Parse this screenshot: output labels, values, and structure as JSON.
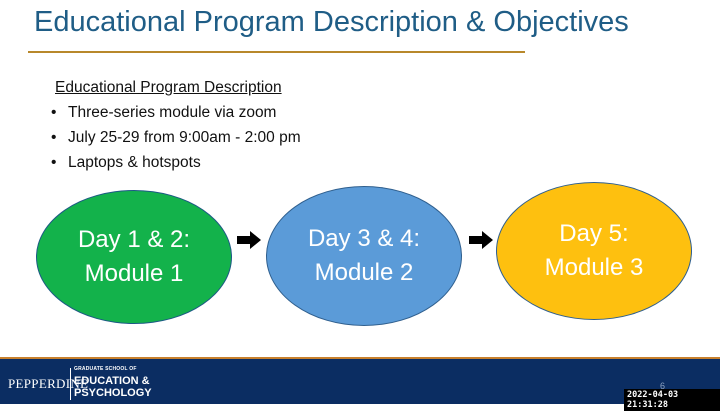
{
  "slide": {
    "title": "Educational Program Description & Objectives",
    "content": {
      "heading": "Educational Program Description",
      "bullets": [
        "Three-series module via zoom",
        "July 25-29 from 9:00am - 2:00 pm",
        "Laptops & hotspots"
      ]
    },
    "flow": [
      {
        "label": "Day 1 & 2:\nModule 1",
        "color": "#13b24b"
      },
      {
        "label": "Day 3 & 4:\nModule 2",
        "color": "#5b9bd8"
      },
      {
        "label": "Day 5:\nModule 3",
        "color": "#fec00f"
      }
    ],
    "page_number": "6"
  },
  "footer": {
    "logo_brand": "PEPPERDINE",
    "logo_school": "GRADUATE SCHOOL OF",
    "logo_line1": "EDUCATION &",
    "logo_line2": "PSYCHOLOGY"
  },
  "overlay": {
    "timestamp": "2022-04-03 21:31:28"
  },
  "colors": {
    "title": "#1f5d86",
    "accent_rule": "#b8882b",
    "footer_bg": "#0b2d62"
  }
}
